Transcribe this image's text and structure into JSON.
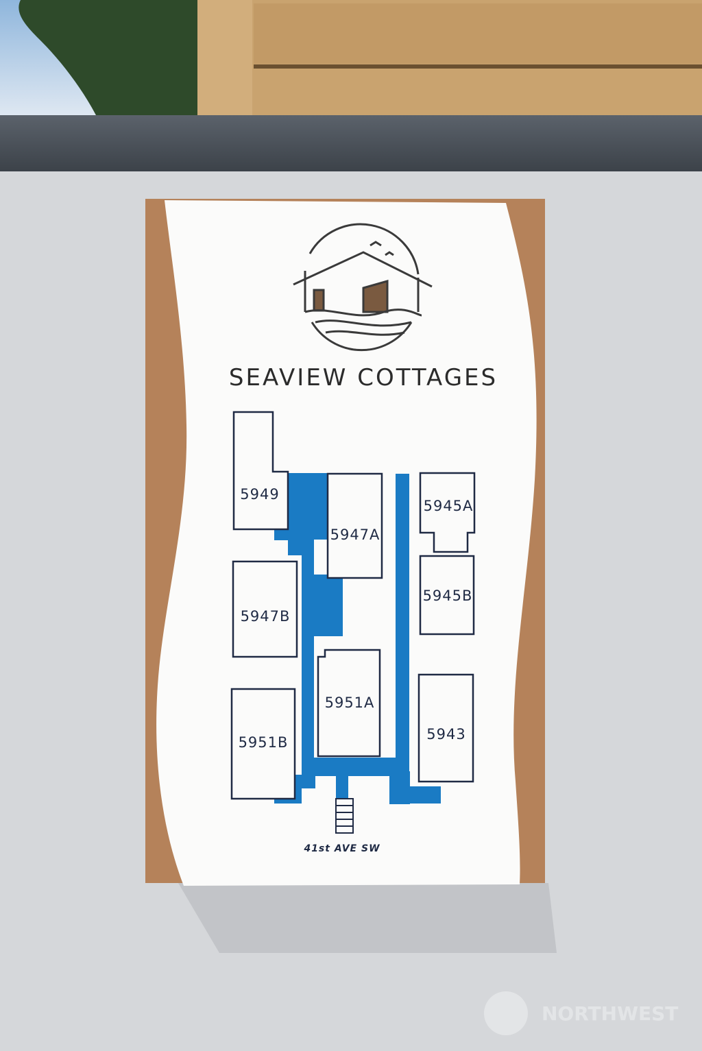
{
  "sign": {
    "title": "SEAVIEW COTTAGES",
    "street": "41st AVE SW",
    "units": [
      "5949",
      "5947A",
      "5945A",
      "5945B",
      "5947B",
      "5951A",
      "5951B",
      "5943"
    ]
  },
  "watermark": "NORTHWEST",
  "colors": {
    "path_blue": "#1a7bc4",
    "outline": "#1f2a44",
    "wood": "#b5825a",
    "wall": "#d5d7da",
    "cap": "#4a5058"
  }
}
